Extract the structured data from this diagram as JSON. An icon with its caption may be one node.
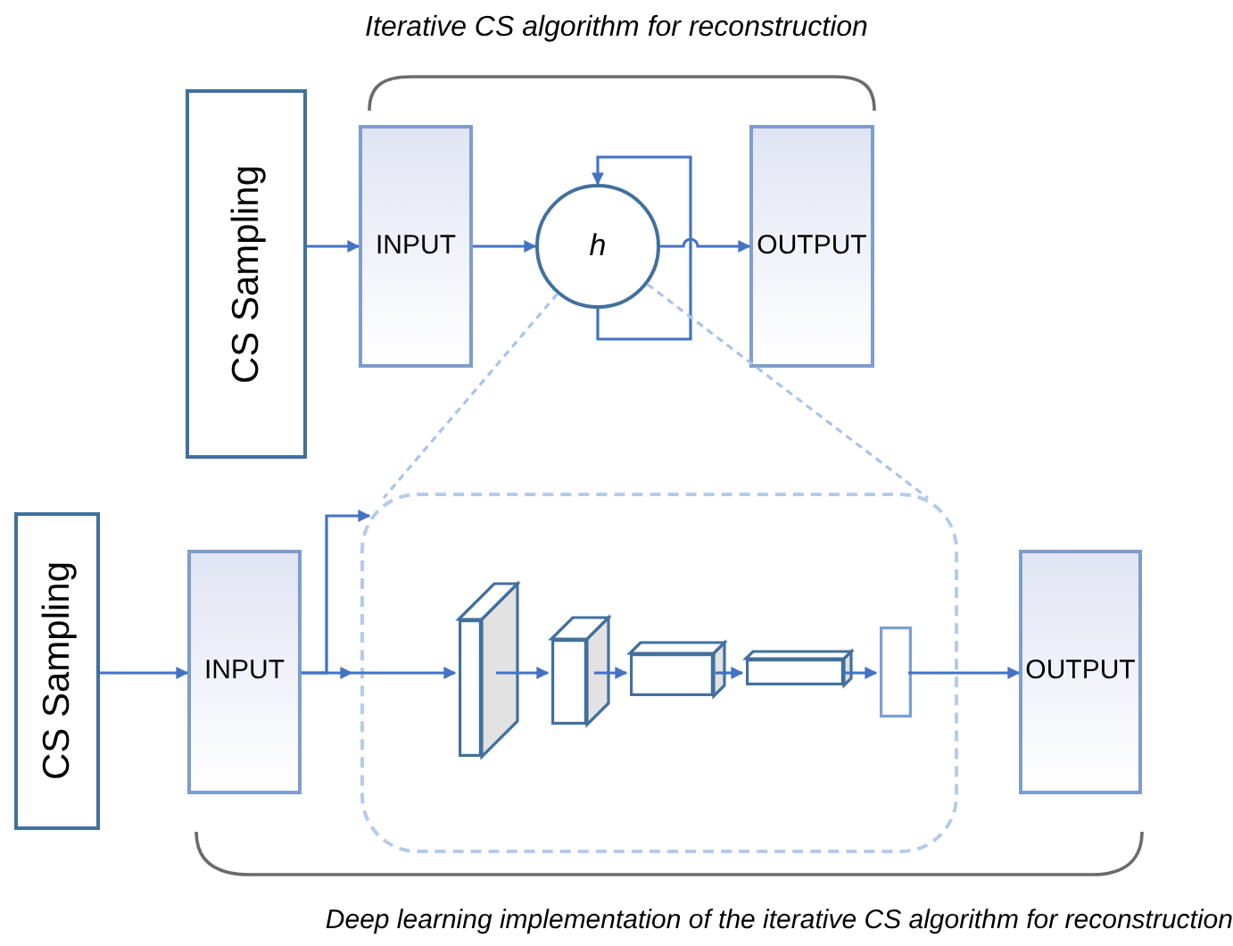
{
  "diagram": {
    "title": "Iterative CS algorithm for reconstruction",
    "caption": "Deep learning implementation of the iterative CS algorithm for reconstruction",
    "nodes": [
      {
        "text": [
          "CS Sampling"
        ]
      },
      {
        "text": [
          "INPUT"
        ]
      },
      {
        "text": [
          "h"
        ]
      },
      {
        "text": [
          "OUTPUT"
        ]
      },
      {
        "text": [
          "CS Sampling"
        ]
      },
      {
        "text": [
          "INPUT"
        ]
      },
      {
        "text": [],
        "shape": "box"
      },
      {
        "text": [],
        "shape": "box",
        "in": 6
      },
      {
        "text": [],
        "shape": "box",
        "in": 6
      },
      {
        "text": [],
        "shape": "box",
        "in": 6
      },
      {
        "text": [],
        "shape": "box",
        "in": 6
      },
      {
        "text": [],
        "shape": "box",
        "in": 6
      },
      {
        "text": [
          "OUTPUT"
        ]
      }
    ],
    "edges": [
      {
        "from": 0,
        "to": 1,
        "arrow": "to"
      },
      {
        "from": 1,
        "to": 2,
        "arrow": "to"
      },
      {
        "from": 2,
        "to": 3,
        "arrow": "to"
      },
      {
        "from": 2,
        "to": 2,
        "arrow": "to"
      },
      {
        "from": 2,
        "to": 6,
        "arrow": "none",
        "style": "dashed",
        "color": "#a9c4e8"
      },
      {
        "from": 2,
        "to": 6,
        "arrow": "none",
        "style": "dashed",
        "color": "#a9c4e8"
      },
      {
        "from": 4,
        "to": 5,
        "arrow": "to"
      },
      {
        "from": 5,
        "to": 6,
        "arrow": "to"
      },
      {
        "from": 5,
        "to": 7,
        "arrow": "to"
      },
      {
        "from": 7,
        "to": 8,
        "arrow": "to"
      },
      {
        "from": 8,
        "to": 9,
        "arrow": "to"
      },
      {
        "from": 9,
        "to": 10,
        "arrow": "to"
      },
      {
        "from": 10,
        "to": 11,
        "arrow": "to"
      },
      {
        "from": 11,
        "to": 12,
        "arrow": "to"
      }
    ]
  }
}
